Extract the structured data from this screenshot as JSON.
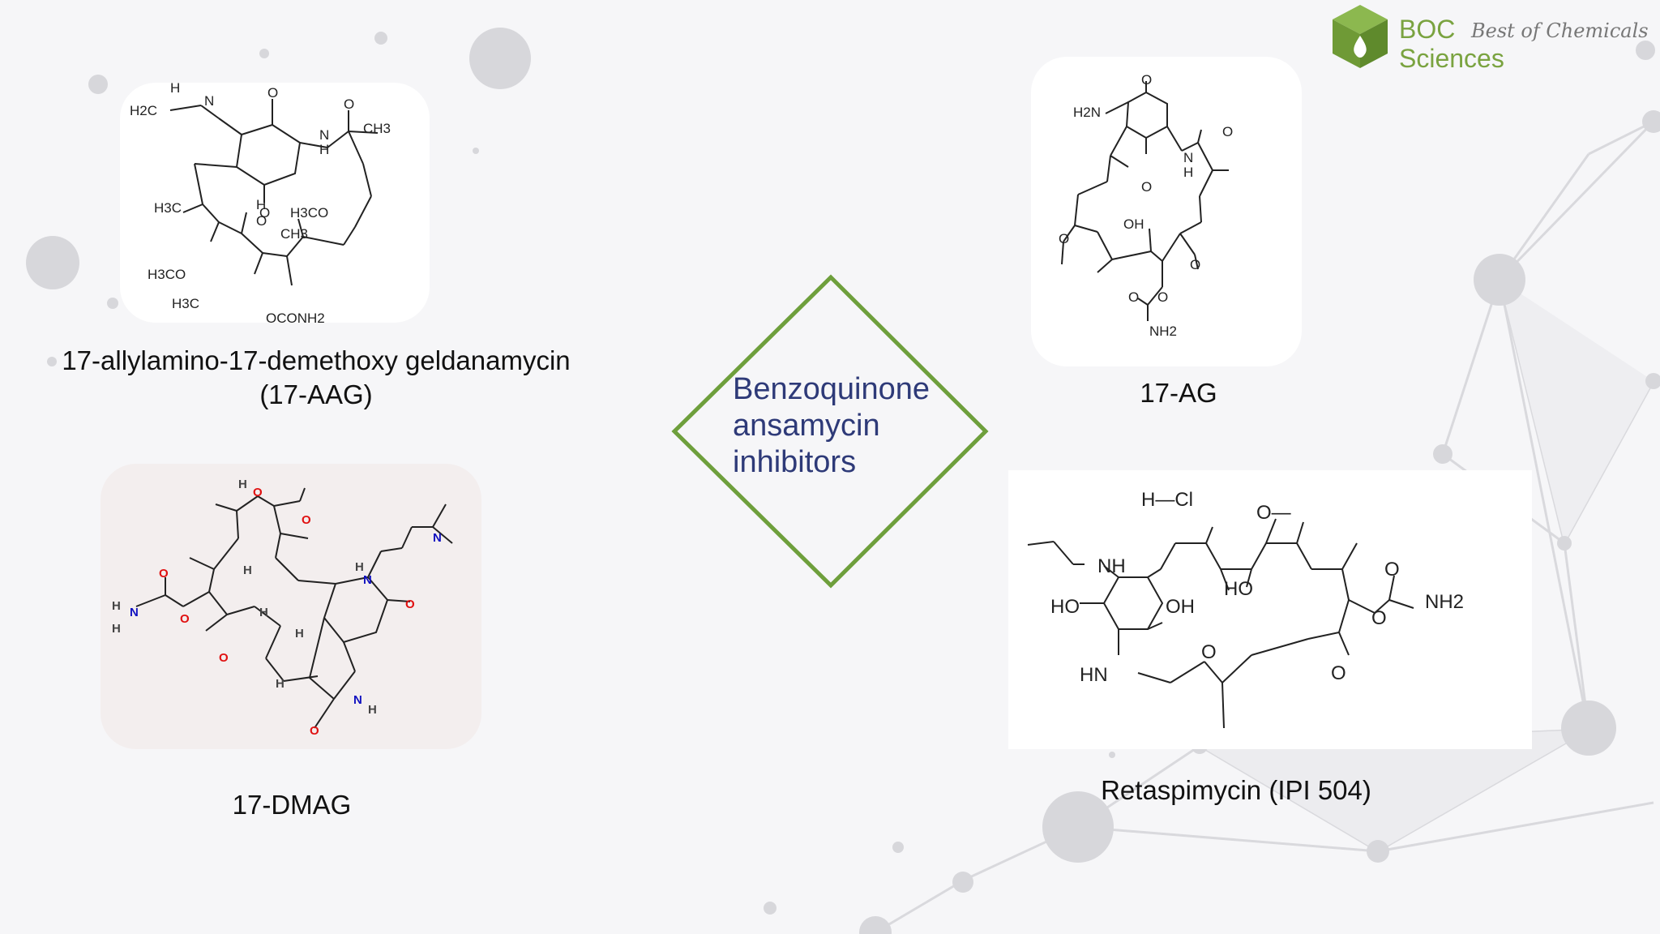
{
  "brand": {
    "name": "BOC",
    "tagline": "Best of Chemicals",
    "subtitle": "Sciences",
    "green": "#7aa340"
  },
  "center": {
    "lines": [
      "Benzoquinone",
      "ansamycin",
      "inhibitors"
    ],
    "diamond_color": "#6e9f3c"
  },
  "compounds": [
    {
      "id": "17-aag",
      "name_line1": "17-allylamino-17-demethoxy geldanamycin",
      "name_line2": "(17-AAG)"
    },
    {
      "id": "17-ag",
      "name_line1": "17-AG"
    },
    {
      "id": "17-dmag",
      "name_line1": "17-DMAG"
    },
    {
      "id": "retaspimycin",
      "name_line1": "Retaspimycin (IPI 504)"
    }
  ],
  "structure_labels": {
    "aag": [
      "H2C",
      "H",
      "N",
      "O",
      "O",
      "N",
      "H",
      "CH3",
      "O",
      "H3C",
      "H",
      "O",
      "H3CO",
      "H3CO",
      "CH3",
      "H3C",
      "OCONH2"
    ],
    "ag": [
      "H2N",
      "O",
      "O",
      "N",
      "H",
      "O",
      "OH",
      "O",
      "O",
      "O",
      "O",
      "NH2"
    ],
    "dmag": [
      "H",
      "O",
      "O",
      "H",
      "N",
      "N",
      "O",
      "O",
      "H",
      "N",
      "H",
      "O",
      "O",
      "O",
      "H",
      "H",
      "H",
      "N",
      "H",
      "O"
    ],
    "ipi": [
      "H—Cl",
      "O—",
      "NH",
      "HO",
      "HO",
      "OH",
      "O",
      "NH2",
      "HN",
      "O",
      "O"
    ]
  }
}
